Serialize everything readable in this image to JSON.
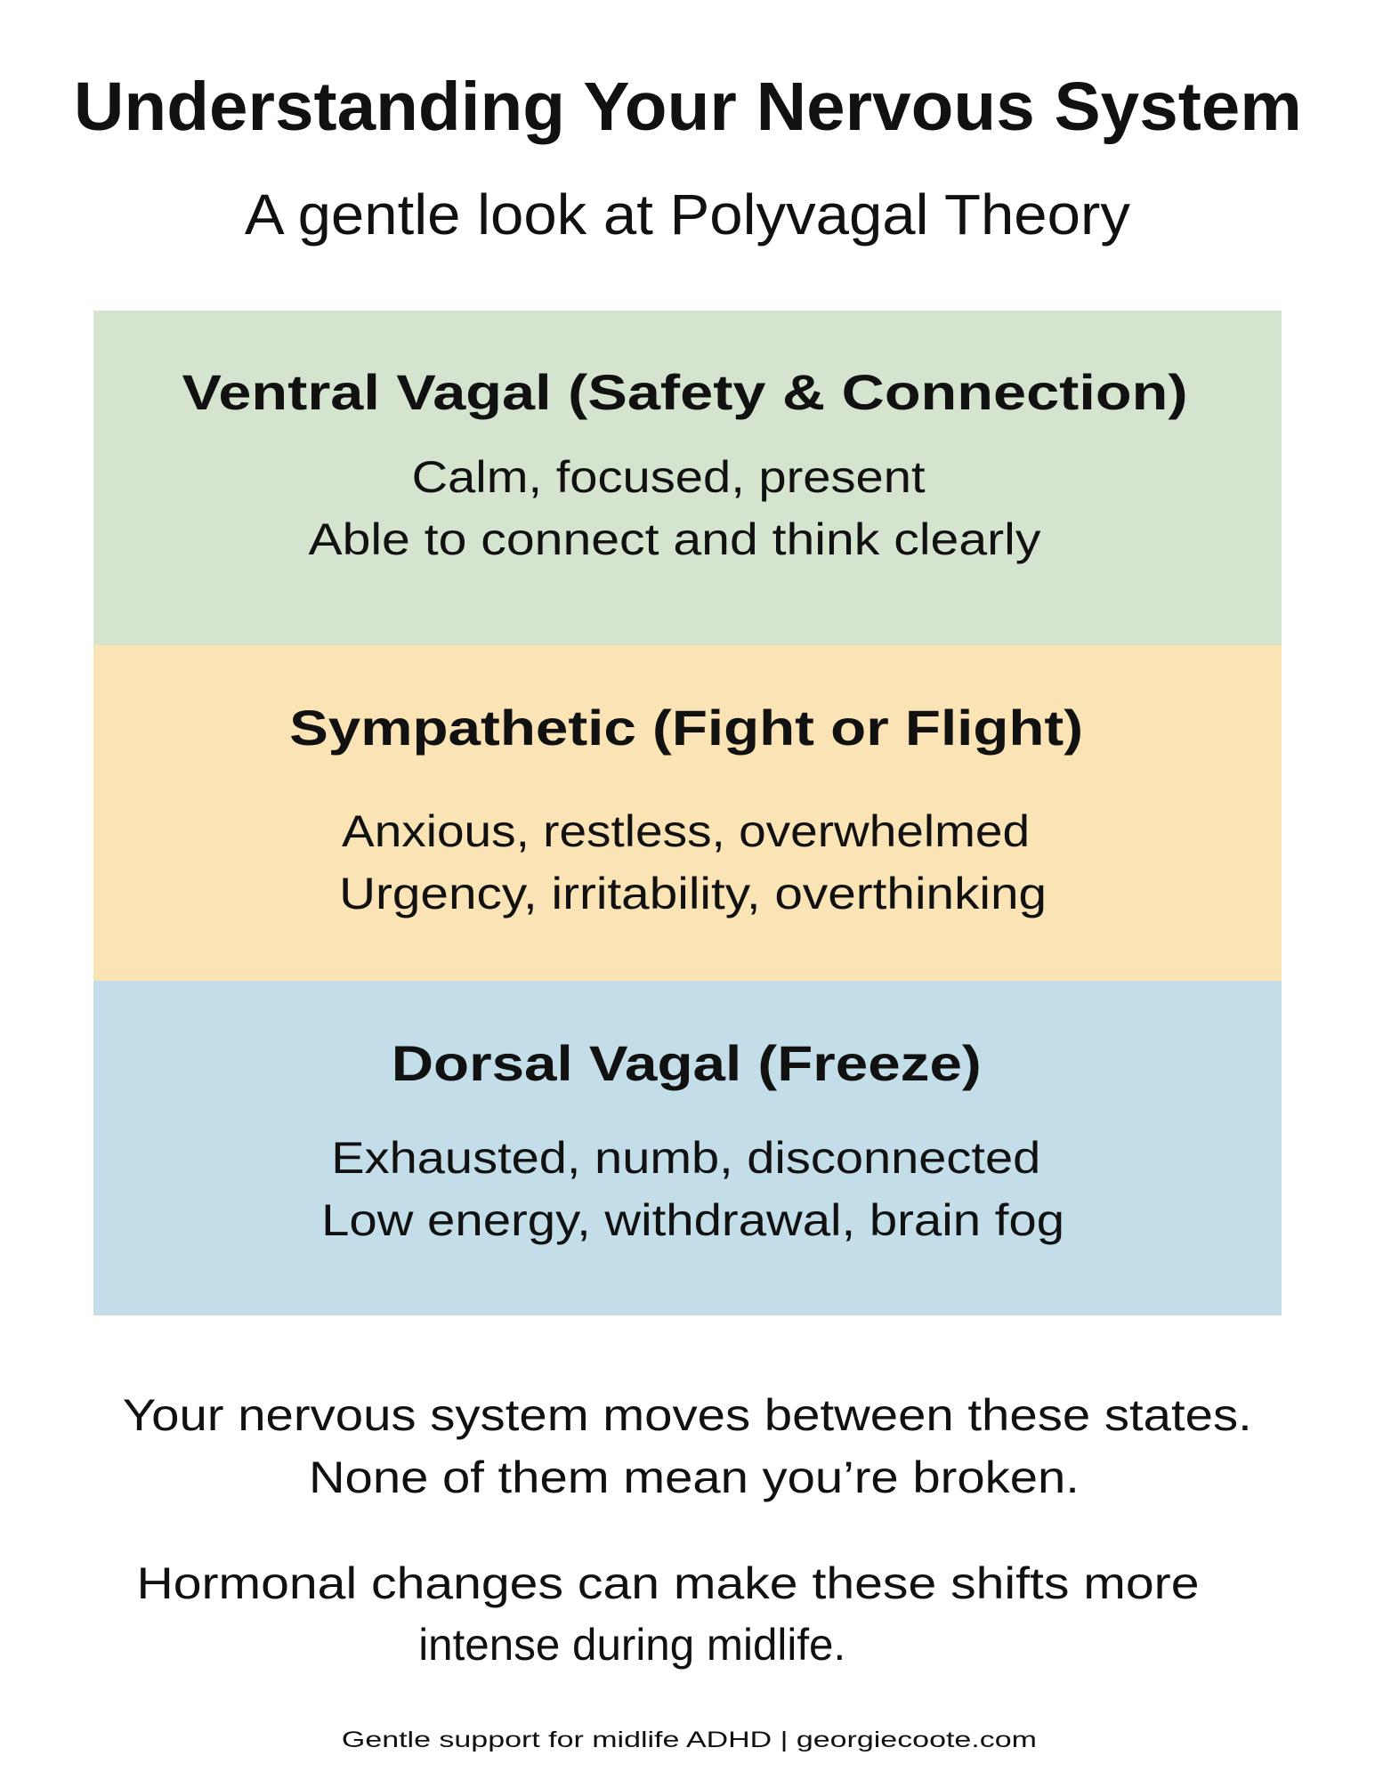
{
  "header": {
    "title": "Understanding Your Nervous System",
    "subtitle": "A gentle look at Polyvagal Theory"
  },
  "states": [
    {
      "heading": "Ventral Vagal (Safety & Connection)",
      "lines": [
        "Calm, focused, present",
        "Able to connect and think clearly"
      ],
      "color": "#D5E4CF"
    },
    {
      "heading": "Sympathetic (Fight or Flight)",
      "lines": [
        "Anxious, restless, overwhelmed",
        "Urgency, irritability, overthinking"
      ],
      "color": "#FAE3B5"
    },
    {
      "heading": "Dorsal Vagal (Freeze)",
      "lines": [
        "Exhausted, numb, disconnected",
        "Low energy, withdrawal, brain fog"
      ],
      "color": "#C3DEE8"
    }
  ],
  "closing": {
    "paragraph1": [
      "Your nervous system moves between these states.",
      "None of them mean you’re broken."
    ],
    "paragraph2": [
      "Hormonal changes can make these shifts more",
      "intense during midlife."
    ]
  },
  "footer": {
    "text": "Gentle support for midlife ADHD | georgiecoote.com"
  },
  "colors": {
    "text": "#111111",
    "background": "#FFFFFF",
    "ventral": "#D5E4CF",
    "sympathetic": "#FAE3B5",
    "dorsal": "#C3DEE8"
  }
}
